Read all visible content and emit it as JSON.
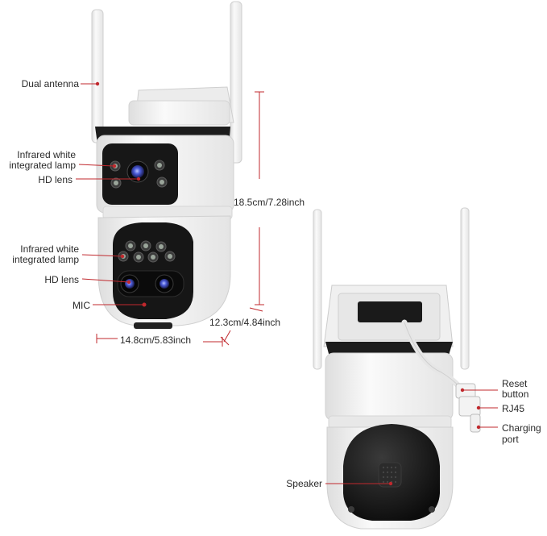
{
  "labels": {
    "dual_antenna": "Dual antenna",
    "ir_lamp_top_1": "Infrared white",
    "ir_lamp_top_2": "integrated lamp",
    "hd_lens_top": "HD lens",
    "ir_lamp_bottom_1": "Infrared white",
    "ir_lamp_bottom_2": "integrated lamp",
    "hd_lens_bottom": "HD lens",
    "mic": "MIC",
    "reset_1": "Reset",
    "reset_2": "button",
    "rj45": "RJ45",
    "charging_1": "Charging",
    "charging_2": "port",
    "speaker": "Speaker"
  },
  "dimensions": {
    "height": "18.5cm/7.28inch",
    "depth": "12.3cm/4.84inch",
    "width": "14.8cm/5.83inch"
  },
  "colors": {
    "leader_line": "#c0282d",
    "dimension_line": "#c0282d",
    "body_white": "#f1f1f1",
    "body_black": "#1a1a1a",
    "lens_blue": "#4a5ad8"
  }
}
